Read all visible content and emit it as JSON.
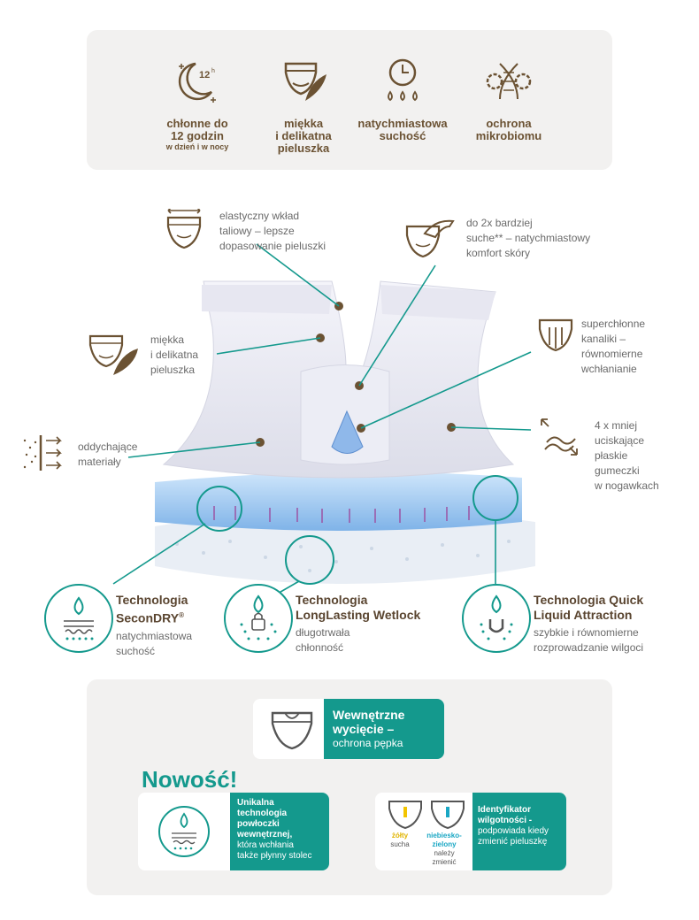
{
  "features": [
    {
      "title": "chłonne do\n12 godzin",
      "sub": "w dzień i w nocy",
      "icon": "moon-12h-icon"
    },
    {
      "title": "miękka\ni delikatna\npieluszka",
      "icon": "diaper-feather-icon"
    },
    {
      "title": "natychmiastowa\nsuchość",
      "icon": "clock-drops-icon"
    },
    {
      "title": "ochrona\nmikrobiomu",
      "icon": "dna-gears-icon"
    }
  ],
  "callouts": {
    "waist": "elastyczny wkład\ntaliowy – lepsze\ndopasowanie pieluszki",
    "dryer": "do 2x bardziej\nsuche** – natychmiastowy\nkomfort skóry",
    "soft": "miękka\ni delikatna\npieluszka",
    "channels": "superchłonne\nkanaliki –\nrównomierne\nwchłanianie",
    "breath": "oddychające\nmateriały",
    "elastic": "4 x mniej\nuciskające\npłaskie\ngumeczki\nw nogawkach"
  },
  "technologies": [
    {
      "title": "Technologia\nSeconDRY",
      "reg": "®",
      "desc": "natychmiastowa\nsuchość",
      "icon": "drop-layers-icon"
    },
    {
      "title": "Technologia\nLongLasting Wetlock",
      "desc": "długotrwała\nchłonność",
      "icon": "drop-lock-icon"
    },
    {
      "title": "Technologia Quick\nLiquid Attraction",
      "desc": "szybkie i równomierne\nrozprowadzanie wilgoci",
      "icon": "drop-magnet-icon"
    }
  ],
  "bottom": {
    "cutout_title": "Wewnętrzne\nwycięcie –",
    "cutout_sub": "ochrona pępka",
    "new_label": "Nowość!",
    "coating_bold": "Unikalna\ntechnologia\npowłoczki\nwewnętrznej,",
    "coating_rest": "która wchłania\ntakże płynny stolec",
    "ind_yellow": "żółty",
    "ind_yellow_sub": "sucha",
    "ind_green": "niebiesko-\nzielony",
    "ind_green_sub": "należy\nzmienić",
    "ind_title": "Identyfikator\nwilgotności -",
    "ind_sub": "podpowiada kiedy\nzmienić pieluszkę"
  },
  "colors": {
    "brown": "#6b5233",
    "teal": "#14998d",
    "panel": "#f2f1f0"
  }
}
